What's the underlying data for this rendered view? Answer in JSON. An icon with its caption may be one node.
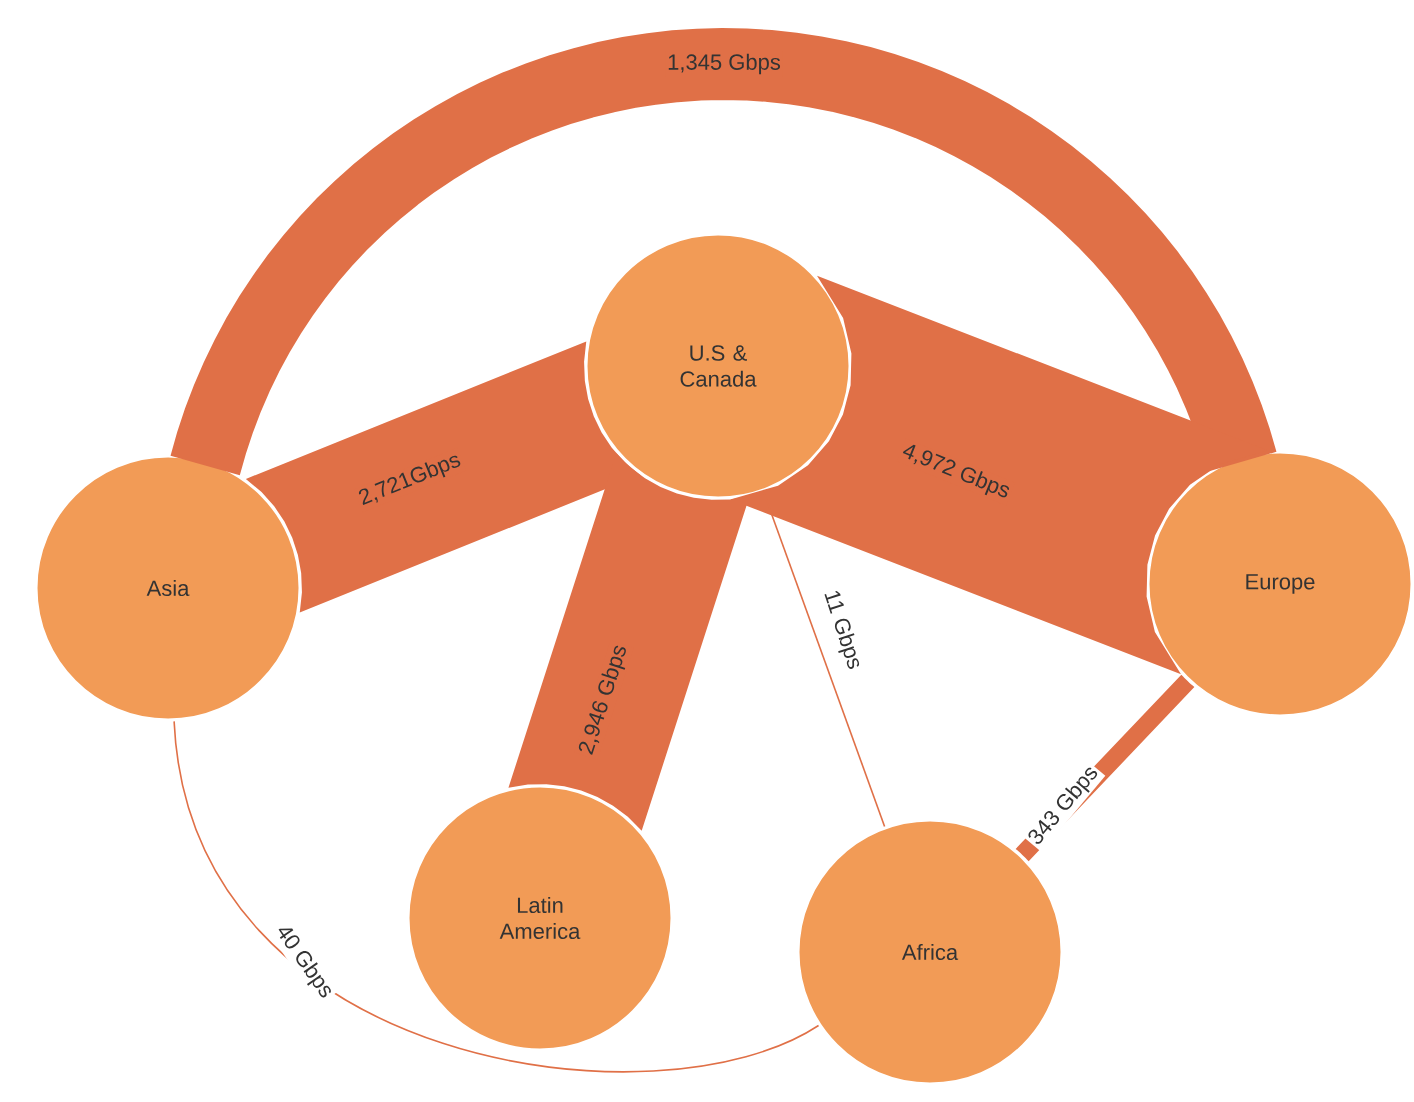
{
  "diagram": {
    "nodes": [
      {
        "text": [
          "U.S & Canada"
        ]
      },
      {
        "text": [
          "Asia"
        ]
      },
      {
        "text": [
          "Europe"
        ]
      },
      {
        "text": [
          "Latin America"
        ]
      },
      {
        "text": [
          "Africa"
        ]
      }
    ],
    "edges": [
      {
        "from": 1,
        "to": 2,
        "arrow": "none",
        "label": "1,345 Gbps",
        "style": "thick"
      },
      {
        "from": 0,
        "to": 1,
        "arrow": "none",
        "label": "2,721Gbps",
        "style": "thick"
      },
      {
        "from": 0,
        "to": 2,
        "arrow": "none",
        "label": "4,972 Gbps",
        "style": "thick"
      },
      {
        "from": 0,
        "to": 3,
        "arrow": "none",
        "label": "2,946 Gbps",
        "style": "thick"
      },
      {
        "from": 0,
        "to": 4,
        "arrow": "none",
        "label": "11 Gbps"
      },
      {
        "from": 2,
        "to": 4,
        "arrow": "none",
        "label": "343 Gbps",
        "style": "thick"
      },
      {
        "from": 1,
        "to": 4,
        "arrow": "none",
        "label": "40 Gbps"
      }
    ]
  }
}
